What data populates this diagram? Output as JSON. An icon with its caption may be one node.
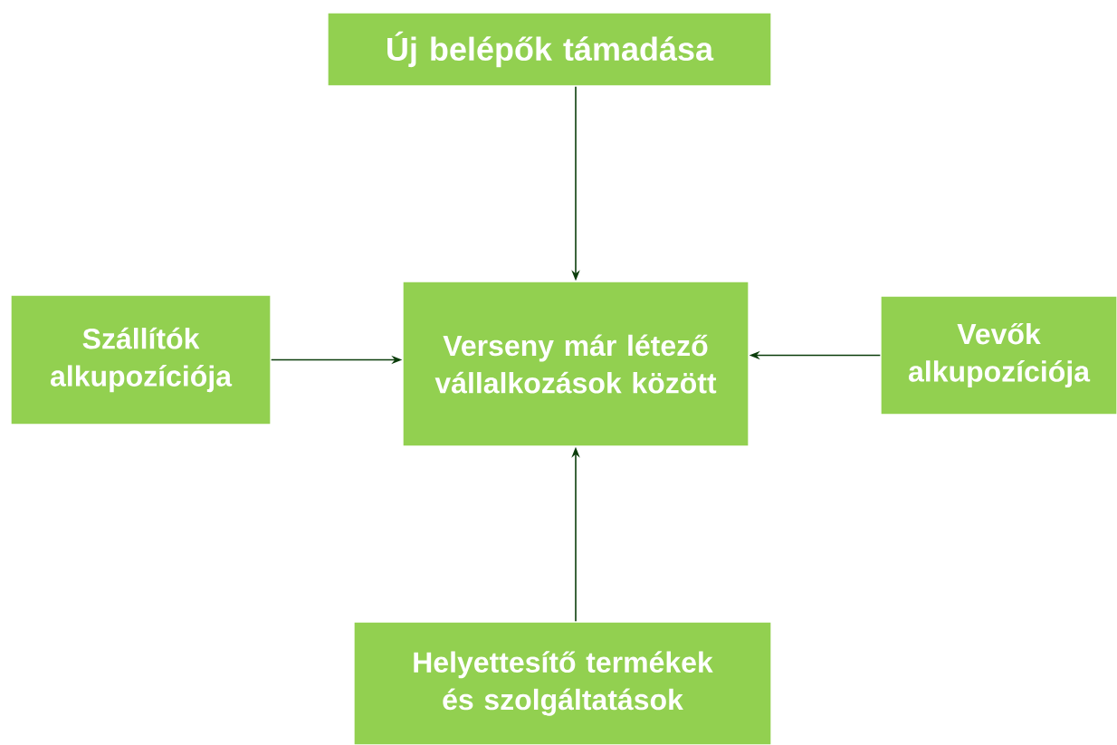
{
  "diagram": {
    "nodes": [
      {
        "text": [
          "Új belépők támadása"
        ]
      },
      {
        "text": [
          "Szállítók alkupozíciója"
        ]
      },
      {
        "text": [
          "Verseny már létező vállalkozások között"
        ]
      },
      {
        "text": [
          "Vevők alkupozíciója"
        ]
      },
      {
        "text": [
          "Helyettesítő termékek és szolgáltatások"
        ]
      }
    ],
    "edges": [
      {
        "from": 0,
        "to": 2,
        "arrow": "to"
      },
      {
        "from": 1,
        "to": 2,
        "arrow": "to"
      },
      {
        "from": 3,
        "to": 2,
        "arrow": "to"
      },
      {
        "from": 4,
        "to": 2,
        "arrow": "to"
      }
    ]
  }
}
